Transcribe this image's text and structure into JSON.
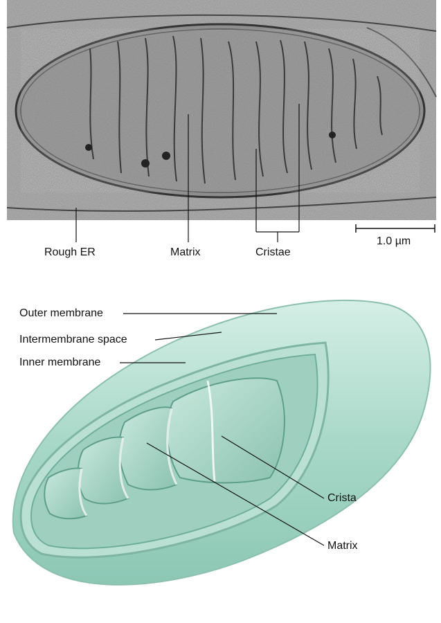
{
  "micrograph": {
    "labels": {
      "rough_er": "Rough ER",
      "matrix": "Matrix",
      "cristae": "Cristae",
      "scale_bar": "1.0 µm"
    }
  },
  "diagram": {
    "labels": {
      "outer_membrane": "Outer membrane",
      "intermembrane_space": "Intermembrane space",
      "inner_membrane": "Inner membrane",
      "crista": "Crista",
      "matrix": "Matrix"
    }
  },
  "colors": {
    "mito_fill": "#a8d8c8",
    "mito_dark": "#6fae9c",
    "mito_light": "#d5efe6",
    "em_background": "#8a8a8a"
  }
}
